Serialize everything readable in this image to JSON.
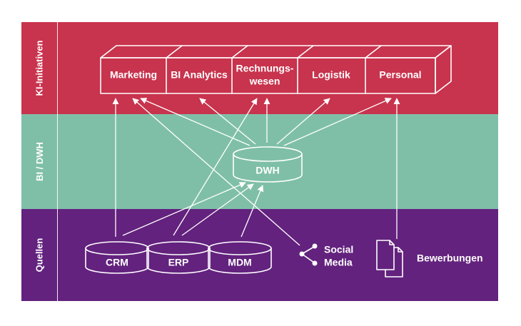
{
  "colors": {
    "ki_band": "#c8334d",
    "bi_band": "#7fbfa8",
    "sources_band": "#63227e",
    "line": "#ffffff"
  },
  "bands": {
    "ki": "KI-Initiativen",
    "bi": "BI / DWH",
    "sources": "Quellen"
  },
  "initiatives": [
    {
      "id": "marketing",
      "lines": [
        "Marketing"
      ]
    },
    {
      "id": "bi-analytics",
      "lines": [
        "BI Analytics"
      ]
    },
    {
      "id": "rechnungswesen",
      "lines": [
        "Rechnungs-",
        "wesen"
      ]
    },
    {
      "id": "logistik",
      "lines": [
        "Logistik"
      ]
    },
    {
      "id": "personal",
      "lines": [
        "Personal"
      ]
    }
  ],
  "dwh": {
    "label": "DWH"
  },
  "databases": [
    {
      "id": "crm",
      "label": "CRM"
    },
    {
      "id": "erp",
      "label": "ERP"
    },
    {
      "id": "mdm",
      "label": "MDM"
    }
  ],
  "social_media": {
    "icon": "share-icon",
    "lines": [
      "Social",
      "Media"
    ]
  },
  "bewerbungen": {
    "icon": "documents-icon",
    "label": "Bewerbungen"
  }
}
